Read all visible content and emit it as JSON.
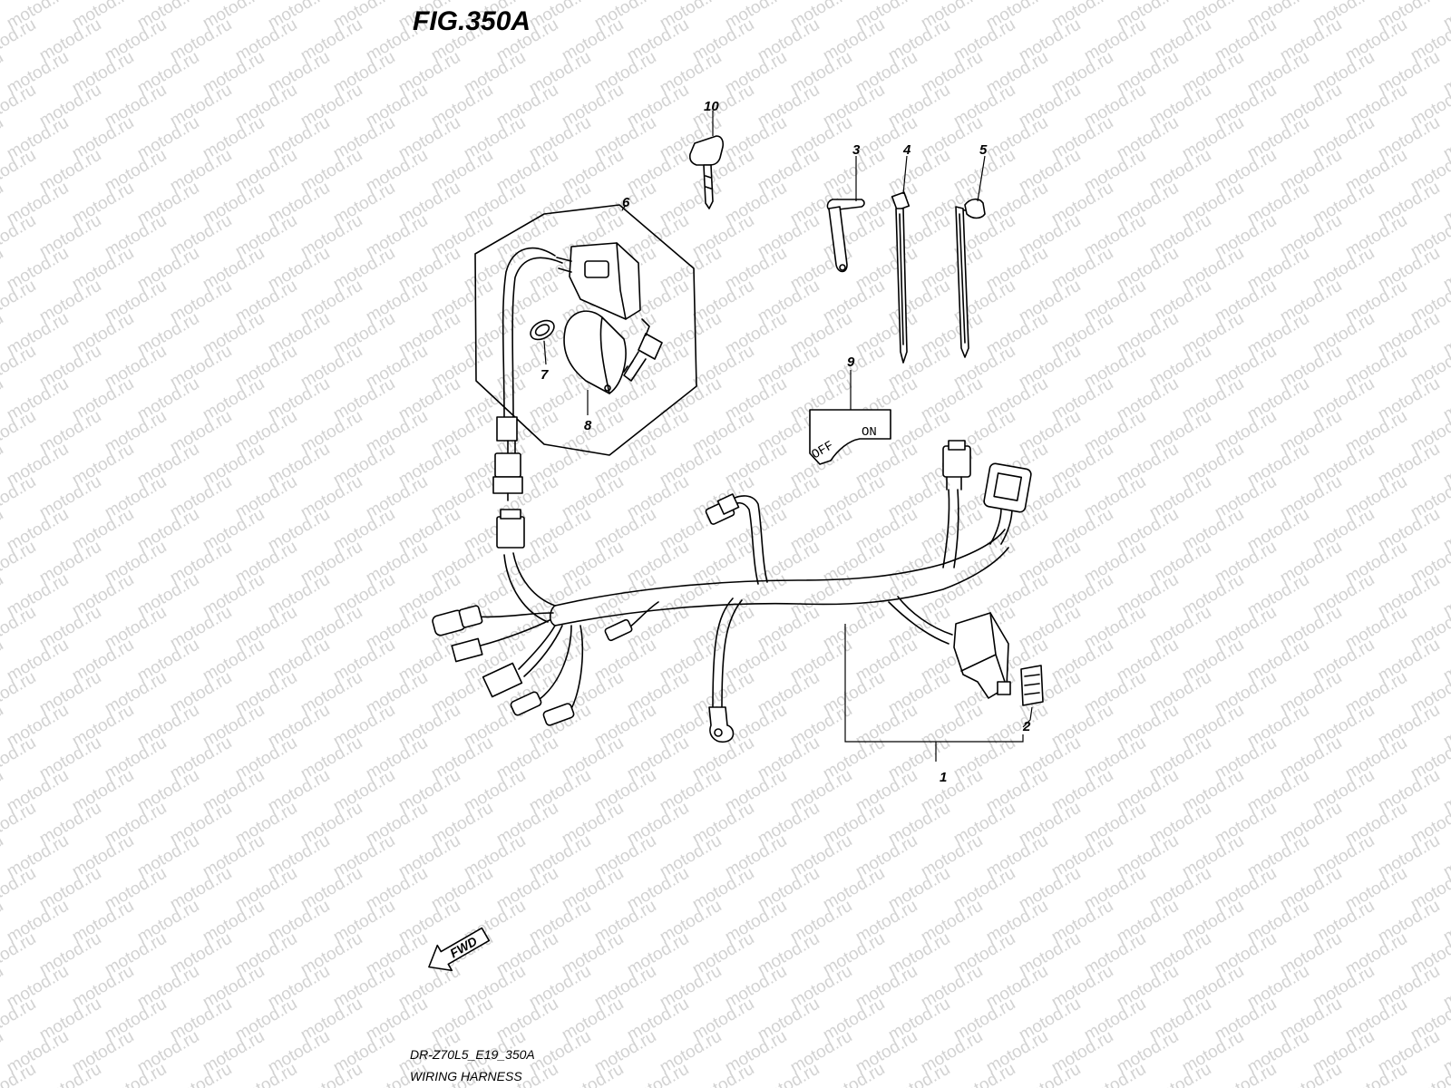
{
  "figure": {
    "title": "FIG.350A",
    "code": "DR-Z70L5_E19_350A",
    "caption": "WIRING HARNESS"
  },
  "plate": {
    "off_label": "OFF",
    "on_label": "ON"
  },
  "fwd_label": "FWD",
  "watermark": "motod.ru",
  "callouts": [
    "1",
    "2",
    "3",
    "4",
    "5",
    "6",
    "7",
    "8",
    "9",
    "10"
  ]
}
